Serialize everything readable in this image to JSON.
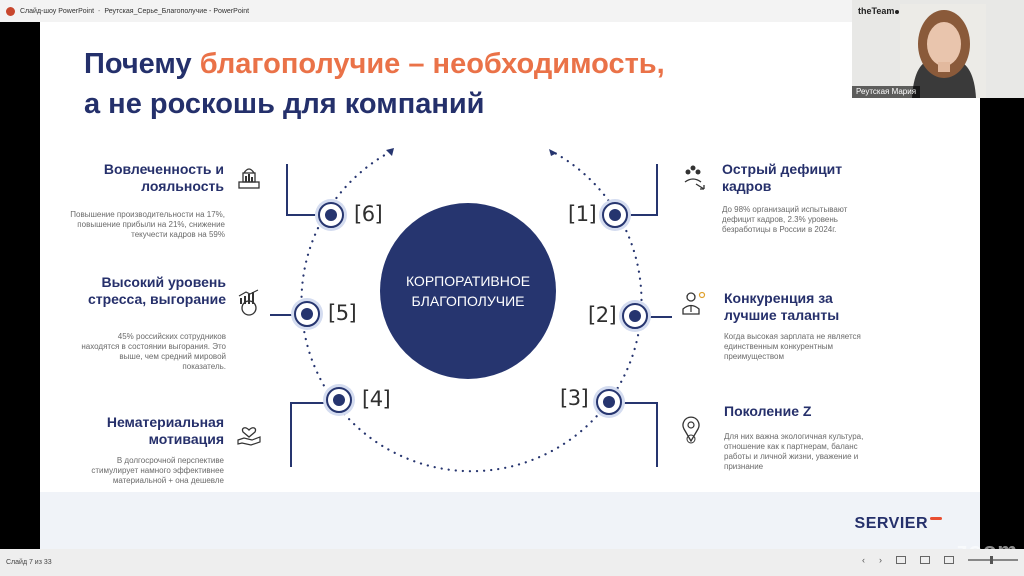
{
  "window": {
    "app_title": "Слайд-шоу PowerPoint",
    "separator": "-",
    "file_title": "Реутская_Серье_Благополучие - PowerPoint"
  },
  "slide": {
    "title_line1_part1": "Почему ",
    "title_line1_accent": "благополучие – необходимость,",
    "title_line2": "а не роскошь для компаний",
    "center_label": "КОРПОРАТИВНОЕ БЛАГОПОЛУЧИЕ",
    "nodes": [
      {
        "label": "[1]",
        "title": "Острый дефицит кадров",
        "text": "До 98% организаций испытывают дефицит кадров, 2.3% уровень безработицы в России в 2024г."
      },
      {
        "label": "[2]",
        "title": "Конкуренция за лучшие таланты",
        "text": "Когда высокая зарплата не является единственным конкурентным преимуществом"
      },
      {
        "label": "[3]",
        "title": "Поколение Z",
        "text": "Для них важна экологичная культура, отношение как к партнерам, баланс работы и личной жизни, уважение и признание"
      },
      {
        "label": "[4]",
        "title": "Нематериальная мотивация",
        "text": "В долгосрочной перспективе стимулирует намного эффективнее материальной + она дешевле"
      },
      {
        "label": "[5]",
        "title": "Высокий уровень стресса, выгорание",
        "text": "45% российских сотрудников находятся в состоянии выгорания. Это выше, чем средний мировой показатель."
      },
      {
        "label": "[6]",
        "title": "Вовлеченность и лояльность",
        "text": "Повышение производительности на 17%, повышение прибыли на 21%, снижение текучести кадров на 59%"
      }
    ],
    "logo": "SERVIER"
  },
  "camera": {
    "brand": "theTeam",
    "participant_name": "Реутская Мария"
  },
  "statusbar": {
    "slide_counter": "Слайд 7 из 33"
  },
  "overlay": {
    "watermark": "zoom"
  },
  "colors": {
    "navy": "#26356f",
    "accent": "#ea7248",
    "text_grey": "#6a6a6a"
  }
}
